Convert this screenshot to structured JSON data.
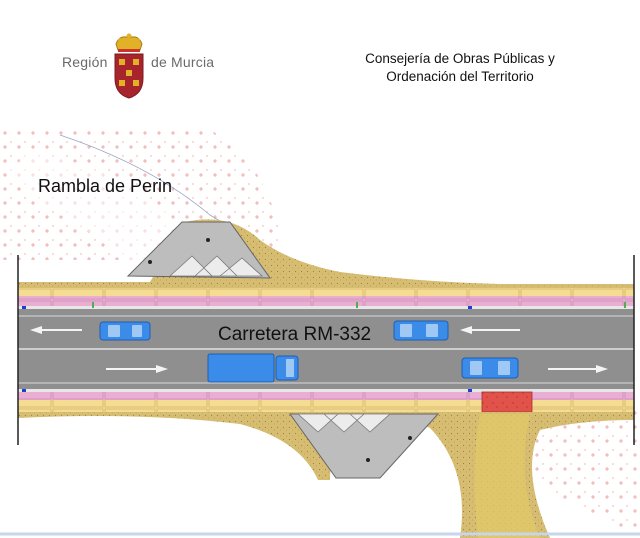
{
  "header": {
    "region_left": "Región",
    "region_right": "de Murcia",
    "logo_icon": "murcia-coat-of-arms-icon",
    "department_line1": "Consejería de Obras Públicas y",
    "department_line2": "Ordenación del Territorio"
  },
  "plan": {
    "rambla_label": "Rambla de Perin",
    "road_label": "Carretera RM-332",
    "colors": {
      "asphalt": "#8f8f8f",
      "soil": "#d8c27a",
      "sidewalk": "#f3d98a",
      "bike_lane": "#e7a2cf",
      "vehicle": "#3b8be8",
      "crossing": "#e0524a",
      "ramp": "#b9b9b9"
    }
  }
}
